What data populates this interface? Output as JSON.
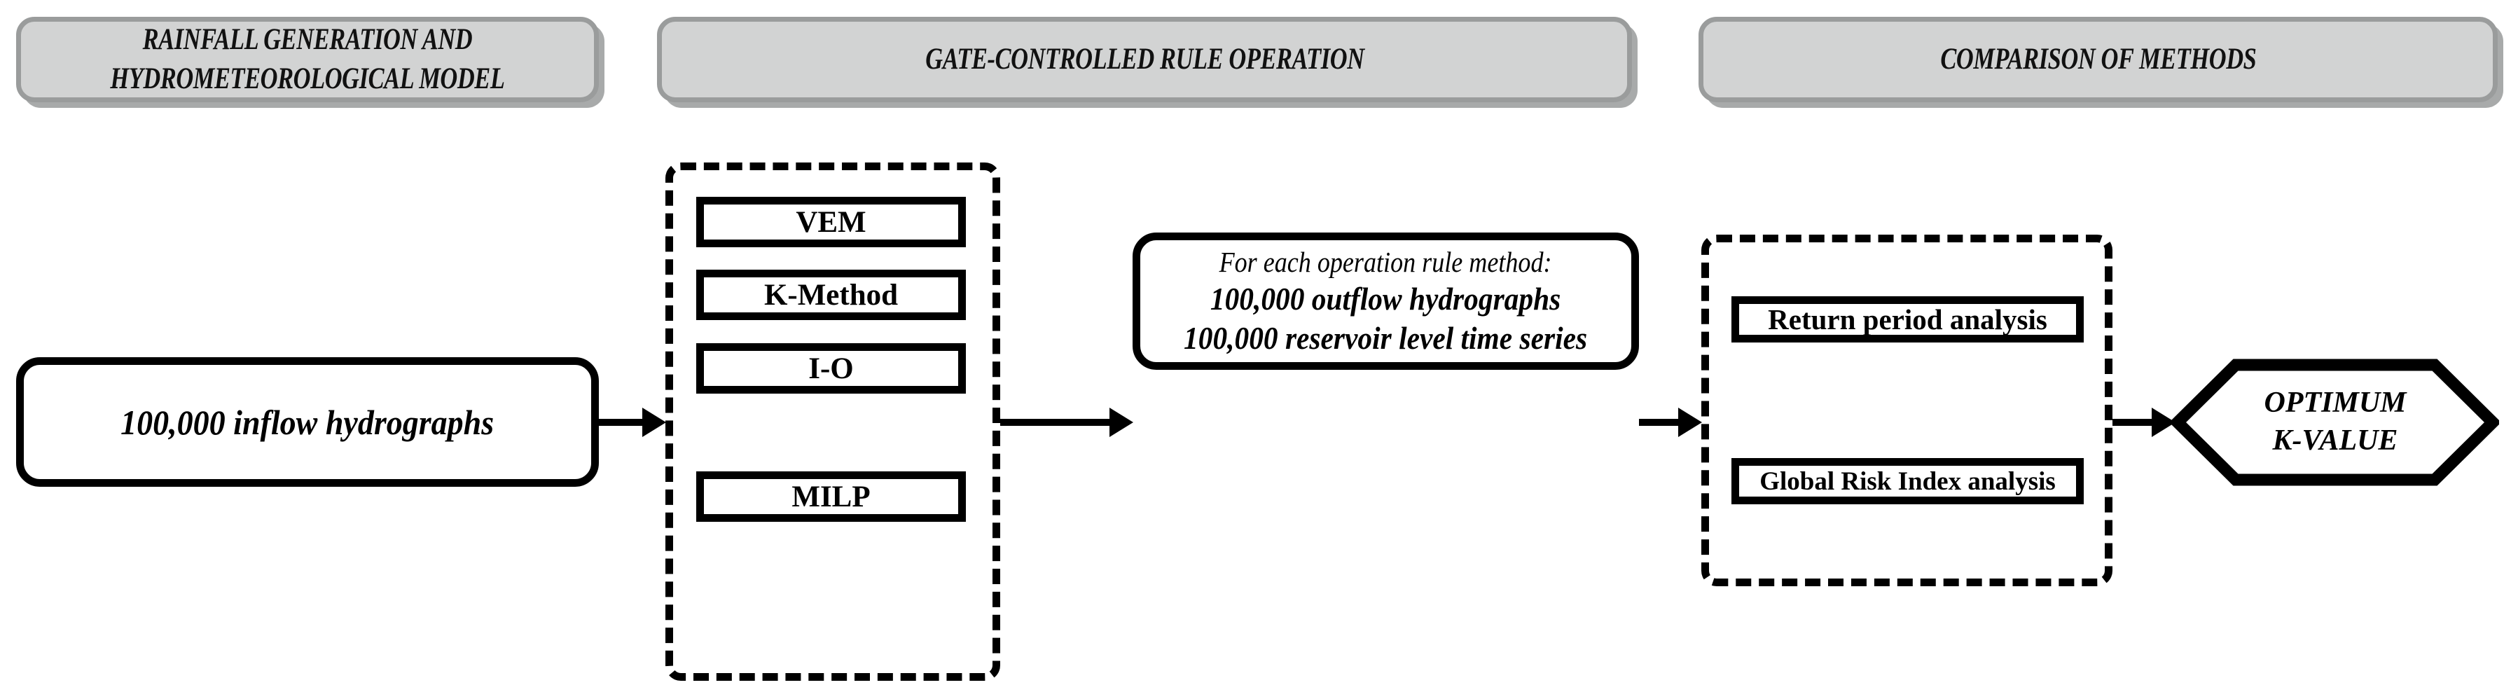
{
  "diagram": {
    "title": "Reservoir gate operation methodology flowchart",
    "background_color": "#ffffff",
    "accent_color": "#000000",
    "header_fill_color": "#d2d3d3",
    "header_border_color": "#9a9c9c"
  },
  "headers": {
    "rainfall": "RAINFALL GENERATION AND\nHYDROMETEOROLOGICAL MODEL",
    "gate": "GATE-CONTROLLED RULE OPERATION",
    "comparison": "COMPARISON OF METHODS"
  },
  "inflow": {
    "label": "100,000  inflow hydrographs"
  },
  "methods": {
    "items": [
      {
        "label": "VEM"
      },
      {
        "label": "K-Method"
      },
      {
        "label": "I-O"
      },
      {
        "label": "MILP"
      }
    ]
  },
  "outflow": {
    "line_1": "For each operation rule method:",
    "line_2": "100,000 outflow hydrographs",
    "line_3": "100,000 reservoir  level time series"
  },
  "analysis": {
    "items": [
      {
        "label": "Return period analysis"
      },
      {
        "label": "Global Risk Index analysis"
      }
    ]
  },
  "optimum": {
    "line_1": "OPTIMUM",
    "line_2": "K-VALUE"
  },
  "connectors": [
    {
      "name": "inflow-to-methods",
      "from": "100,000  inflow hydrographs",
      "to": "gate-controlled methods group"
    },
    {
      "name": "methods-to-outflow",
      "from": "gate-controlled methods group",
      "to": "outflow results"
    },
    {
      "name": "outflow-to-analysis",
      "from": "outflow results",
      "to": "comparison analyses group"
    },
    {
      "name": "analysis-to-optimum",
      "from": "comparison analyses group",
      "to": "OPTIMUM K-VALUE"
    }
  ]
}
